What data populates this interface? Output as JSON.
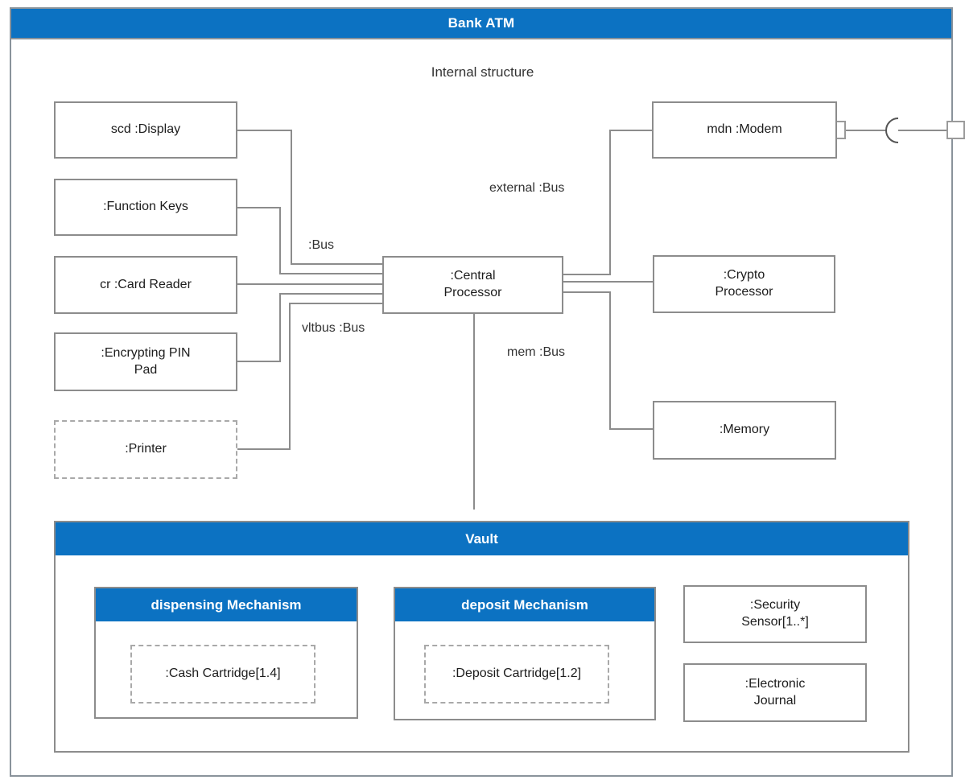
{
  "title_bar": {
    "title": "Bank ATM"
  },
  "subtitle": "Internal structure",
  "nodes": {
    "display": "scd :Display",
    "function_keys": ":Function Keys",
    "card_reader": "cr :Card Reader",
    "pin_pad": ":Encrypting PIN Pad",
    "printer": ":Printer",
    "central_processor": ":Central Processor",
    "modem": "mdn :Modem",
    "crypto_processor": ":Crypto Processor",
    "memory": ":Memory"
  },
  "bus_labels": {
    "display_bus": ":Bus",
    "external_bus": "external :Bus",
    "vault_bus": "vltbus :Bus",
    "memory_bus": "mem :Bus"
  },
  "vault": {
    "title": "Vault",
    "dispensing_mechanism": {
      "title": "dispensing Mechanism",
      "cartridge": ":Cash Cartridge[1.4]"
    },
    "deposit_mechanism": {
      "title": "deposit Mechanism",
      "cartridge": ":Deposit Cartridge[1.2]"
    },
    "security_sensor": ":Security Sensor[1..*]",
    "electronic_journal": ":Electronic Journal"
  },
  "colors": {
    "header_blue": "#0c72c2",
    "connector_gray": "#8c8c8c",
    "frame_gray": "#8a939b"
  }
}
